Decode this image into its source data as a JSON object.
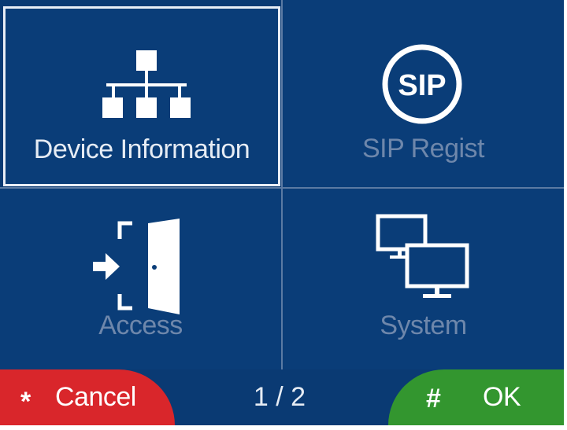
{
  "menu": {
    "items": [
      {
        "label": "Device Information",
        "icon": "network-hierarchy-icon",
        "state": "selected"
      },
      {
        "label": "SIP Regist",
        "icon": "sip-icon",
        "icon_text": "SIP",
        "state": "dimmed"
      },
      {
        "label": "Access",
        "icon": "door-access-icon",
        "state": "dimmed"
      },
      {
        "label": "System",
        "icon": "monitors-icon",
        "state": "dimmed"
      }
    ]
  },
  "footer": {
    "cancel_key": "*",
    "cancel_label": "Cancel",
    "page_indicator": "1 / 2",
    "ok_key": "#",
    "ok_label": "OK"
  },
  "colors": {
    "background": "#0a3a73",
    "active_text": "#e6ecf4",
    "dimmed_text": "#6e87ab",
    "cancel": "#d9262b",
    "ok": "#33962f"
  }
}
